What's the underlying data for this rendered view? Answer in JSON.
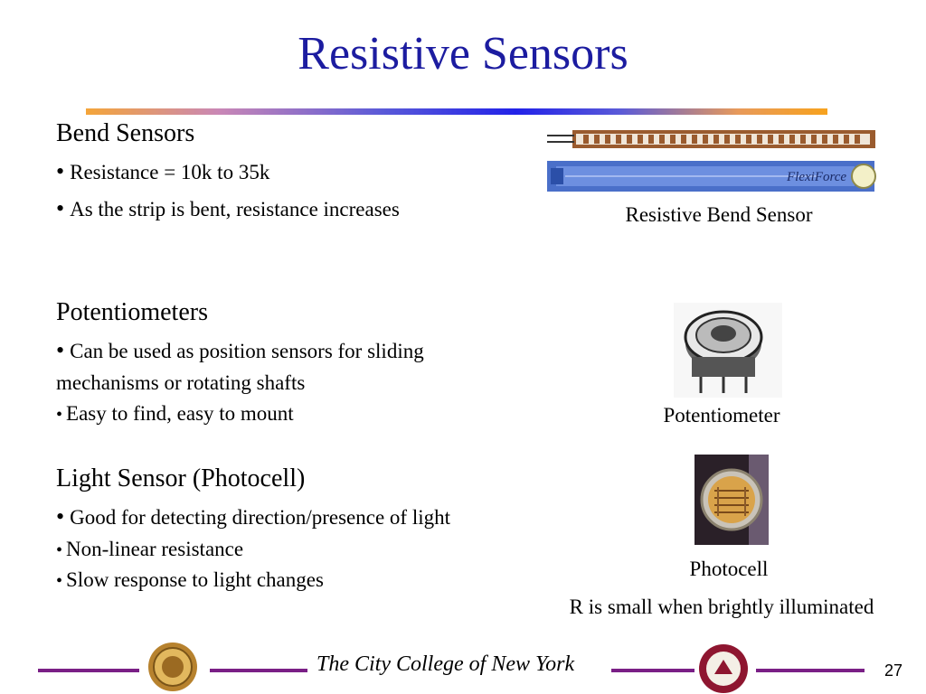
{
  "title": "Resistive Sensors",
  "sections": {
    "bend": {
      "heading": "Bend Sensors",
      "bullets": [
        "Resistance = 10k to 35k",
        "As the strip is bent, resistance increases"
      ],
      "caption": "Resistive Bend Sensor",
      "strip_label": "FlexiForce"
    },
    "pot": {
      "heading": "Potentiometers",
      "bullet1_line1": "Can be used as position sensors for sliding",
      "bullet1_line2": "mechanisms or rotating shafts",
      "bullet2": "Easy to find, easy to mount",
      "caption": "Potentiometer"
    },
    "photo": {
      "heading": "Light Sensor (Photocell)",
      "bullets": [
        "Good for detecting direction/presence of light",
        "Non-linear resistance",
        "Slow response to light changes"
      ],
      "caption": "Photocell",
      "note": "R is small when brightly illuminated"
    }
  },
  "footer": {
    "institution": "The City College of New York",
    "page_number": "27"
  },
  "colors": {
    "title": "#1c1ca0",
    "footer_line": "#7a1f86"
  }
}
